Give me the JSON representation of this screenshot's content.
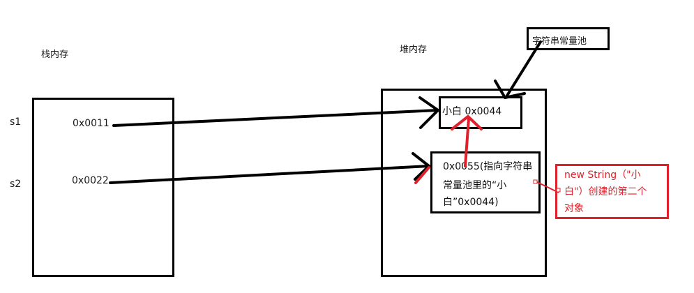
{
  "labels": {
    "stack": "栈内存",
    "heap": "堆内存",
    "s1": "s1",
    "s2": "s2",
    "pool": "字符串常量池"
  },
  "stack_values": {
    "s1_addr": "0x0011",
    "s2_addr": "0x0022"
  },
  "heap_objects": {
    "pool_object": "小白 0x0044",
    "new_object_line1": "0x0055(指向字符串",
    "new_object_line2": "常量池里的“小",
    "new_object_line3": "白”0x0044)"
  },
  "annotation": {
    "line1": "new String（\"小",
    "line2": "白\"）创建的第二个",
    "line3": "对象"
  },
  "colors": {
    "stroke": "#000000",
    "accent": "#e0202a"
  }
}
